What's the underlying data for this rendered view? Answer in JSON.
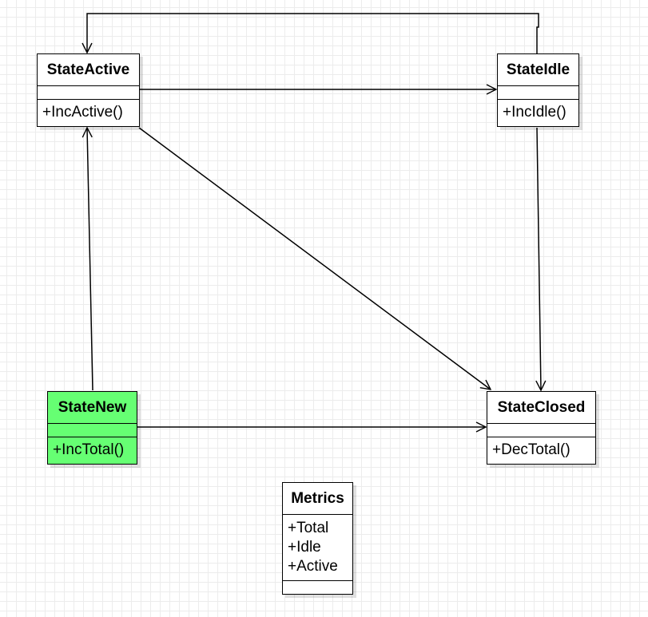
{
  "colors": {
    "highlight_fill": "#66ff73",
    "line": "#000000",
    "background": "#ffffff",
    "grid": "#ececec"
  },
  "classes": {
    "state_active": {
      "name": "StateActive",
      "attributes": [],
      "operations": [
        "+IncActive()"
      ]
    },
    "state_idle": {
      "name": "StateIdle",
      "attributes": [],
      "operations": [
        "+IncIdle()"
      ]
    },
    "state_new": {
      "name": "StateNew",
      "attributes": [],
      "operations": [
        "+IncTotal()"
      ],
      "highlighted": true
    },
    "state_closed": {
      "name": "StateClosed",
      "attributes": [],
      "operations": [
        "+DecTotal()"
      ]
    },
    "metrics": {
      "name": "Metrics",
      "attributes": [
        "+Total",
        "+Idle",
        "+Active"
      ],
      "operations": []
    }
  },
  "transitions": [
    {
      "from": "StateActive",
      "to": "StateIdle"
    },
    {
      "from": "StateIdle",
      "to": "StateActive"
    },
    {
      "from": "StateActive",
      "to": "StateClosed"
    },
    {
      "from": "StateIdle",
      "to": "StateClosed"
    },
    {
      "from": "StateNew",
      "to": "StateActive"
    },
    {
      "from": "StateNew",
      "to": "StateClosed"
    }
  ]
}
